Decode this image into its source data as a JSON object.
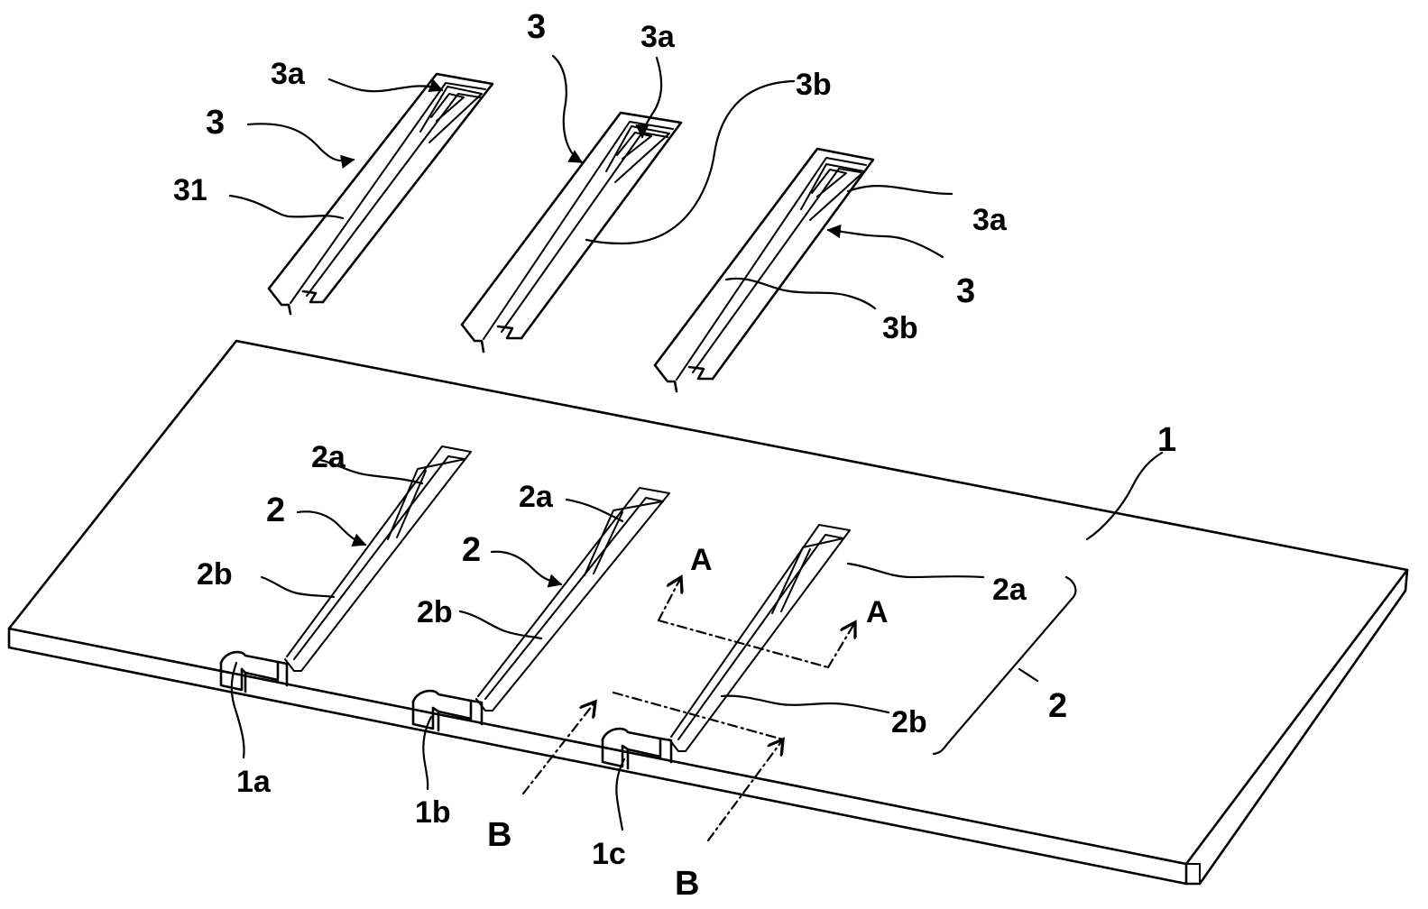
{
  "labels": {
    "top_3a_1": "3a",
    "top_3_1": "3",
    "top_31": "31",
    "top_3_2": "3",
    "top_3a_2": "3a",
    "top_3b_1": "3b",
    "top_3a_3": "3a",
    "top_3_3": "3",
    "top_3b_2": "3b",
    "base_1": "1",
    "left_2a": "2a",
    "left_2": "2",
    "left_2b": "2b",
    "mid_2a": "2a",
    "mid_2": "2",
    "mid_2b": "2b",
    "right_2a": "2a",
    "right_2b": "2b",
    "bracket_2": "2",
    "section_A1": "A",
    "section_A2": "A",
    "section_B1": "B",
    "section_B2": "B",
    "notch_1a": "1a",
    "notch_1b": "1b",
    "notch_1c": "1c"
  }
}
